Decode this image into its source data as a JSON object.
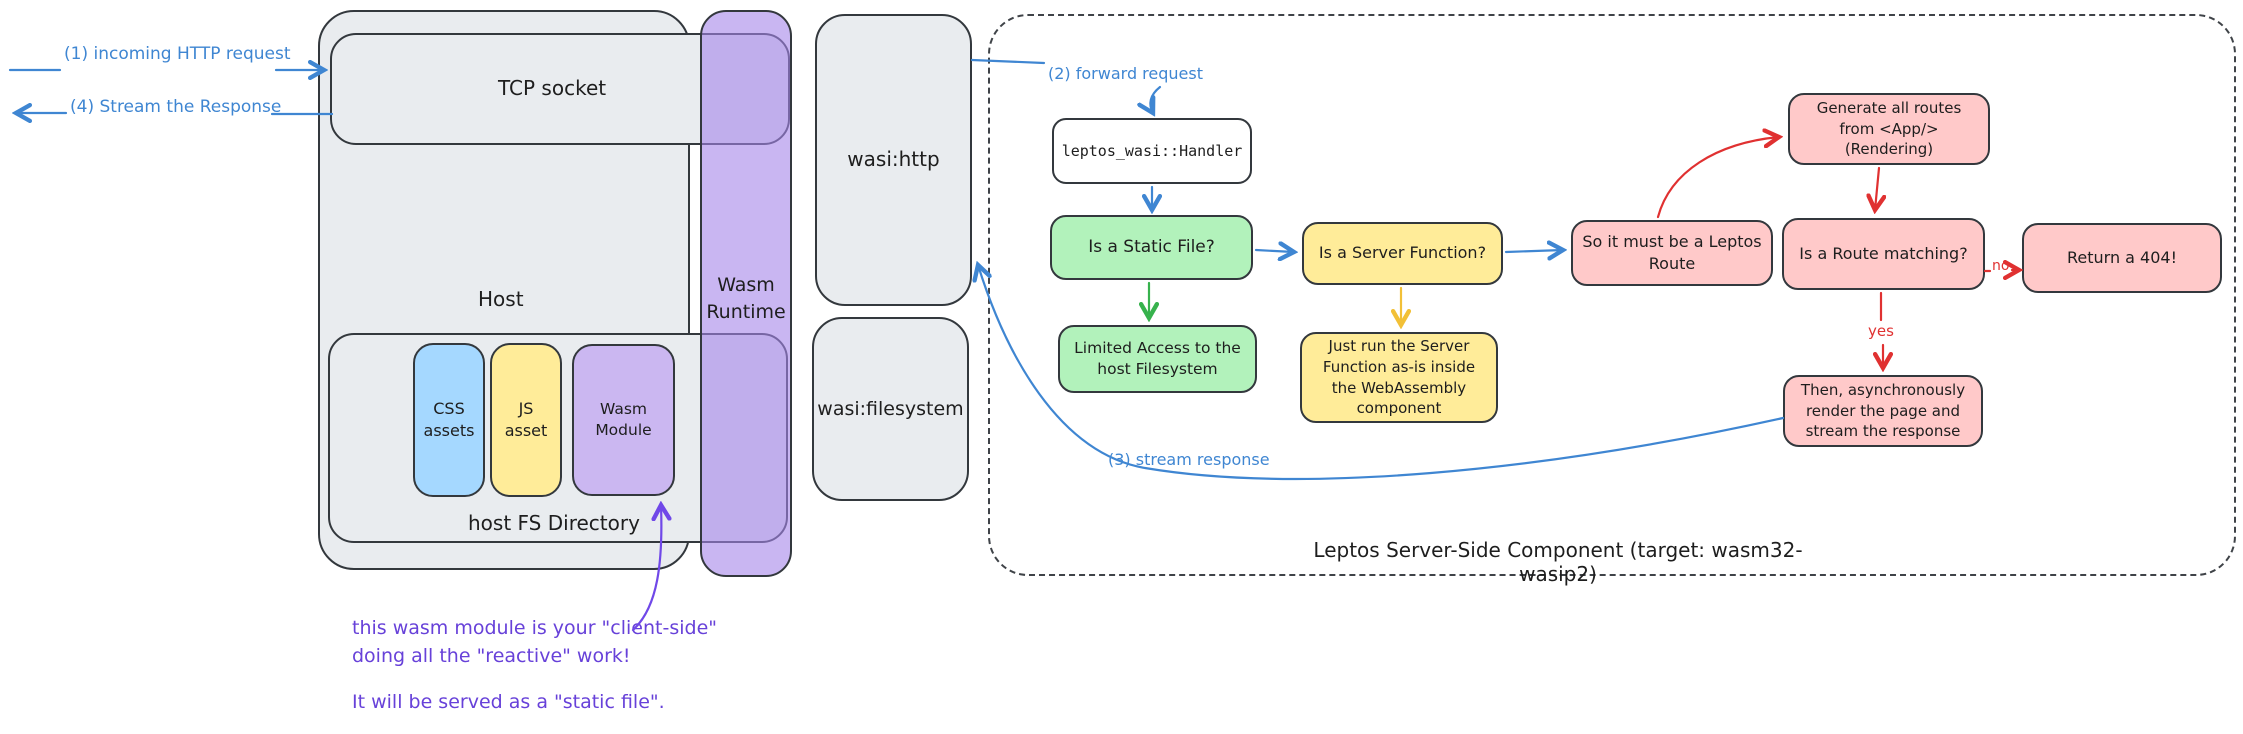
{
  "colors": {
    "box_border": "#33383d",
    "gray_fill": "#e9ecef",
    "purple_fill": "#cbb7f1",
    "blue_fill": "#a5d8ff",
    "yellow_fill": "#ffec99",
    "green_fill": "#b2f2bb",
    "pink_fill": "#ffc9c9",
    "arrow_blue": "#3f86d2",
    "arrow_green": "#37b24d",
    "arrow_yellow": "#f2c037",
    "arrow_red": "#e03131",
    "note_purple": "#6741d9"
  },
  "left_annotations": {
    "incoming_request": "(1) incoming HTTP request",
    "stream_response": "(4) Stream the Response"
  },
  "host": {
    "label": "Host",
    "tcp_socket": "TCP socket",
    "fs_directory": "host FS Directory",
    "css_assets": "CSS\nassets",
    "js_asset": "JS\nasset",
    "wasm_module": "Wasm\nModule"
  },
  "wasm_runtime": {
    "label": "Wasm\nRuntime"
  },
  "wasi": {
    "http": "wasi:http",
    "filesystem": "wasi:filesystem"
  },
  "component": {
    "caption": "Leptos Server-Side Component (target: wasm32-wasip2)",
    "forward_request": "(2) forward request",
    "stream_response": "(3) stream response",
    "handler": "leptos_wasi::Handler",
    "static_file": "Is a Static File?",
    "limited_access": "Limited Access to the\nhost Filesystem",
    "server_function": "Is a Server Function?",
    "just_run": "Just run the Server\nFunction as-is inside\nthe WebAssembly\ncomponent",
    "leptos_route": "So it must be a Leptos\nRoute",
    "generate_routes": "Generate all routes\nfrom <App/>\n(Rendering)",
    "route_matching": "Is a Route matching?",
    "return_404": "Return a 404!",
    "then_async": "Then, asynchronously\nrender the page and\nstream the response",
    "yes_label": "yes",
    "no_label": "no"
  },
  "note": {
    "line1": "this wasm module is your \"client-side\"\ndoing all the \"reactive\" work!",
    "line2": "It will be served as a \"static file\"."
  }
}
